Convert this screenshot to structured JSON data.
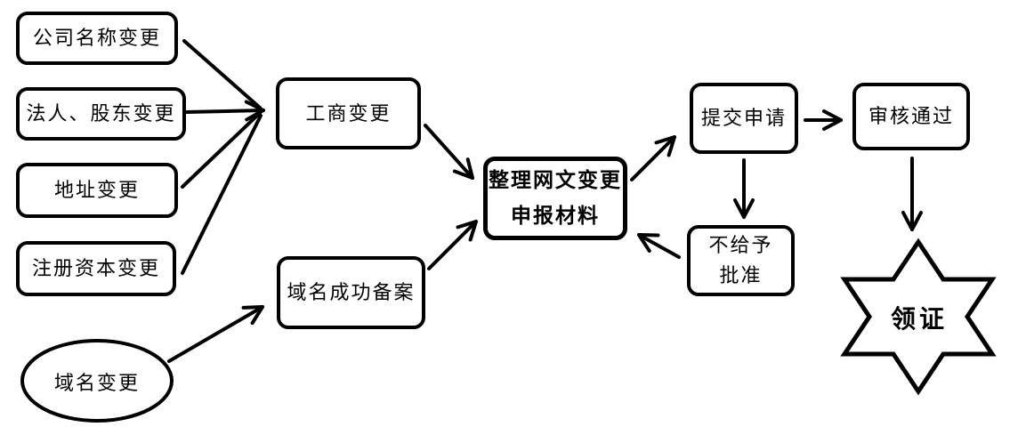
{
  "diagram_type": "flowchart",
  "colors": {
    "stroke": "#000000",
    "background": "#ffffff",
    "text": "#000000"
  },
  "nodes": {
    "company_name_change": {
      "label": "公司名称变更",
      "shape": "rounded-rect"
    },
    "legal_shareholder_change": {
      "label": "法人、股东变更",
      "shape": "rounded-rect"
    },
    "address_change": {
      "label": "地址变更",
      "shape": "rounded-rect"
    },
    "registered_capital_change": {
      "label": "注册资本变更",
      "shape": "rounded-rect"
    },
    "domain_change": {
      "label": "域名变更",
      "shape": "ellipse"
    },
    "business_registration_change": {
      "label": "工商变更",
      "shape": "rounded-rect"
    },
    "domain_filing_success": {
      "label": "域名成功备案",
      "shape": "rounded-rect"
    },
    "prepare_materials": {
      "label_line1": "整理网文变更",
      "label_line2": "申报材料",
      "shape": "rounded-rect"
    },
    "submit_application": {
      "label": "提交申请",
      "shape": "rounded-rect"
    },
    "review_passed": {
      "label": "审核通过",
      "shape": "rounded-rect"
    },
    "not_approved": {
      "label_line1": "不给予",
      "label_line2": "批准",
      "shape": "rounded-rect"
    },
    "receive_certificate": {
      "label": "领证",
      "shape": "six-pointed-star"
    }
  },
  "edges": [
    {
      "from": "company_name_change",
      "to": "business_registration_change"
    },
    {
      "from": "legal_shareholder_change",
      "to": "business_registration_change"
    },
    {
      "from": "address_change",
      "to": "business_registration_change"
    },
    {
      "from": "registered_capital_change",
      "to": "business_registration_change"
    },
    {
      "from": "domain_change",
      "to": "domain_filing_success"
    },
    {
      "from": "business_registration_change",
      "to": "prepare_materials"
    },
    {
      "from": "domain_filing_success",
      "to": "prepare_materials"
    },
    {
      "from": "prepare_materials",
      "to": "submit_application"
    },
    {
      "from": "submit_application",
      "to": "review_passed"
    },
    {
      "from": "submit_application",
      "to": "not_approved"
    },
    {
      "from": "not_approved",
      "to": "prepare_materials"
    },
    {
      "from": "review_passed",
      "to": "receive_certificate"
    }
  ]
}
